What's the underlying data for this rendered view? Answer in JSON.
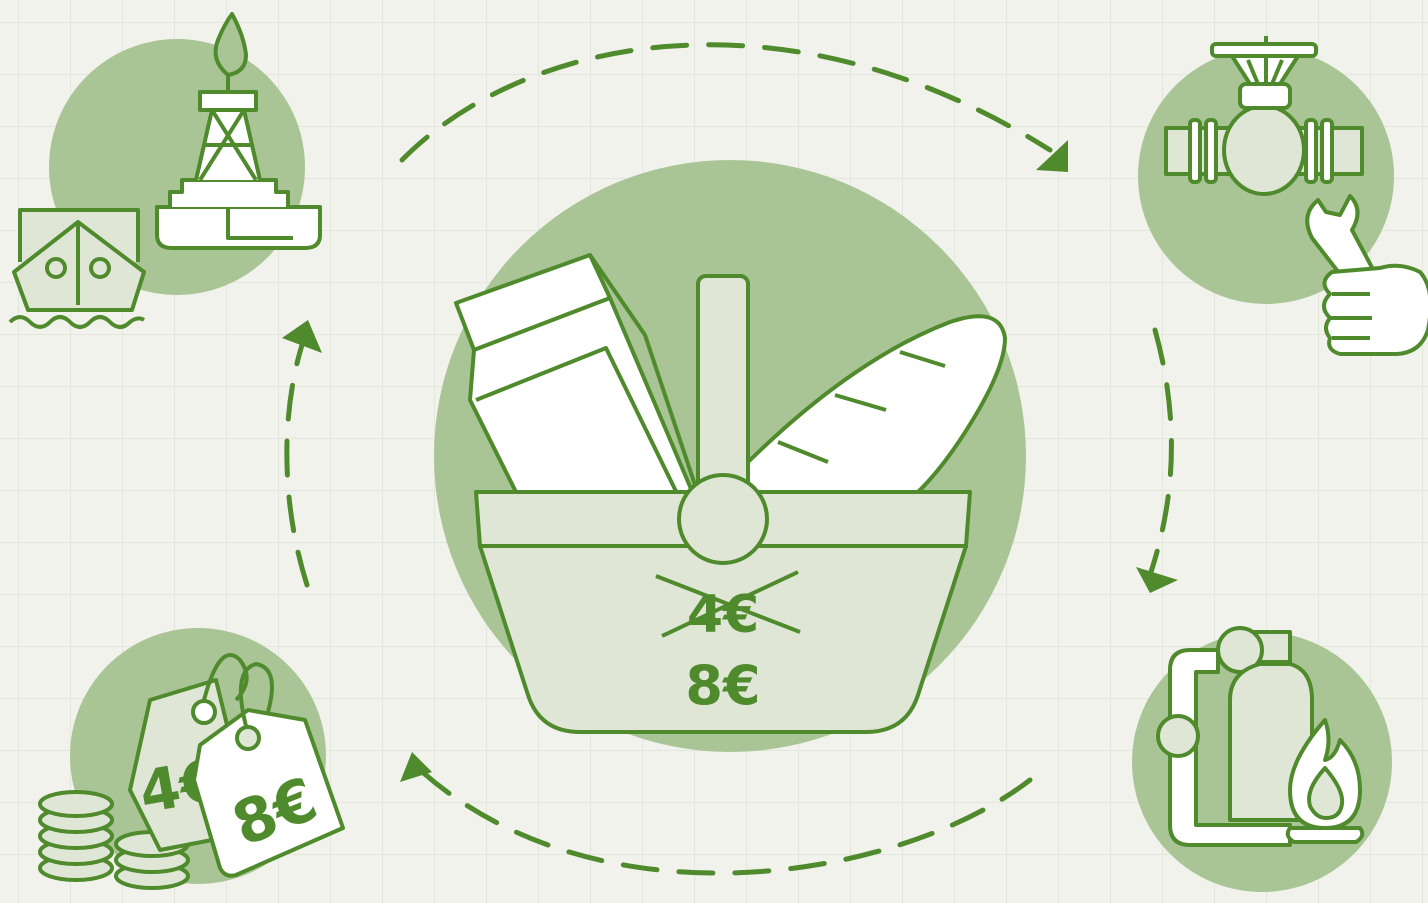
{
  "colors": {
    "background": "#f1f2ec",
    "grid": "#e3e6dc",
    "green_dark": "#4f8a2c",
    "green_mid": "#a9c595",
    "green_light": "#dfe6d5",
    "white": "#ffffff"
  },
  "basket": {
    "old_price": "4€",
    "new_price": "8€"
  },
  "price_tags": {
    "old_price": "4€",
    "new_price": "8€"
  },
  "icons": [
    "oil-rig-icon",
    "cargo-ship-icon",
    "gas-valve-icon",
    "wrench-hand-icon",
    "gas-cylinder-icon",
    "flame-icon",
    "coin-stack-icon",
    "price-tag-icon",
    "shopping-basket-icon",
    "milk-carton-icon",
    "bread-icon"
  ]
}
